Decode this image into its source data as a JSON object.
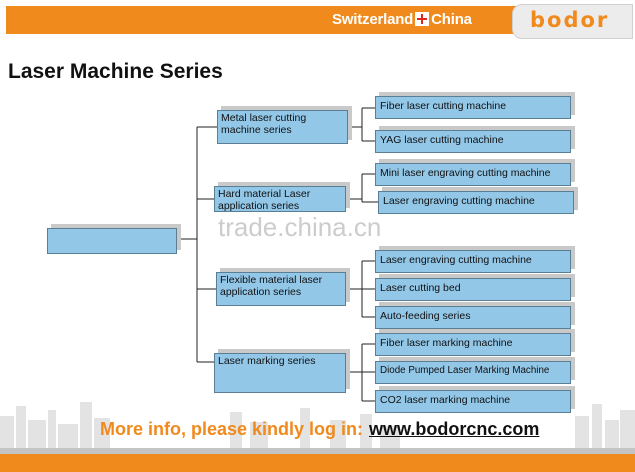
{
  "header": {
    "region_text_left": "Switzerland",
    "region_text_right": "China",
    "logo": "bodor",
    "colors": {
      "orange": "#f08a1c",
      "logo_bg": "#ececec"
    }
  },
  "page_title": "Laser Machine Series",
  "diagram": {
    "root": {
      "label": ""
    },
    "categories": [
      {
        "label": "Metal laser cutting machine series",
        "children": [
          "Fiber laser cutting machine",
          "YAG laser cutting machine"
        ]
      },
      {
        "label": "Hard material Laser application series",
        "children": [
          "Mini laser engraving cutting machine",
          "Laser engraving cutting machine"
        ]
      },
      {
        "label": "Flexible material laser application series",
        "children": [
          "Laser engraving cutting machine",
          "Laser cutting bed",
          "Auto-feeding series"
        ]
      },
      {
        "label": "Laser marking series",
        "children": [
          "Fiber laser marking machine",
          "Diode Pumped Laser Marking Machine",
          "CO2 laser marking machine"
        ]
      }
    ],
    "node_color": "#92c7e8"
  },
  "watermark": "trade.china.cn",
  "footer": {
    "text": "More info, please kindly log in:",
    "url": "www.bodorcnc.com"
  }
}
